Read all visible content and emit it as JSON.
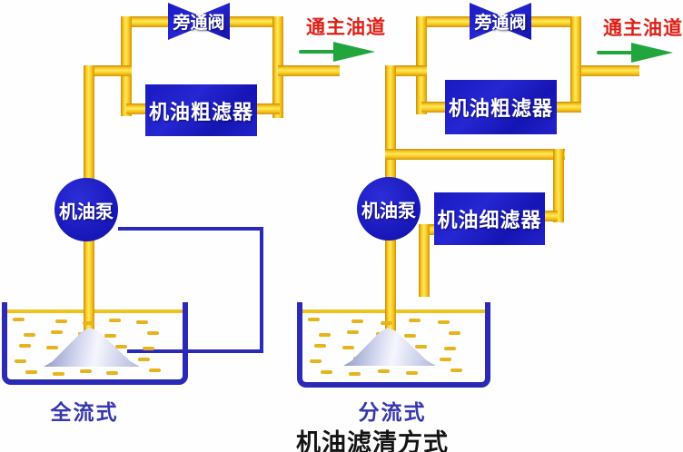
{
  "title": "机油滤清方式",
  "colors": {
    "pipe_yellow": "#FFD416",
    "component_blue": "#1C1CC4",
    "arrow_green": "#21A63E",
    "outlet_text_red": "#DE1F14",
    "pan_blue": "#2A2AB6",
    "label_blue": "#3636B0",
    "strainer_silver": "#DDE0F4"
  },
  "left_diagram": {
    "type_label": "全流式",
    "bypass_valve": "旁通阀",
    "coarse_filter": "机油粗滤器",
    "oil_pump": "机油泵",
    "outlet_text": "通主油道"
  },
  "right_diagram": {
    "type_label": "分流式",
    "bypass_valve": "旁通阀",
    "coarse_filter": "机油粗滤器",
    "fine_filter": "机油细滤器",
    "oil_pump": "机油泵",
    "outlet_text": "通主油道"
  }
}
